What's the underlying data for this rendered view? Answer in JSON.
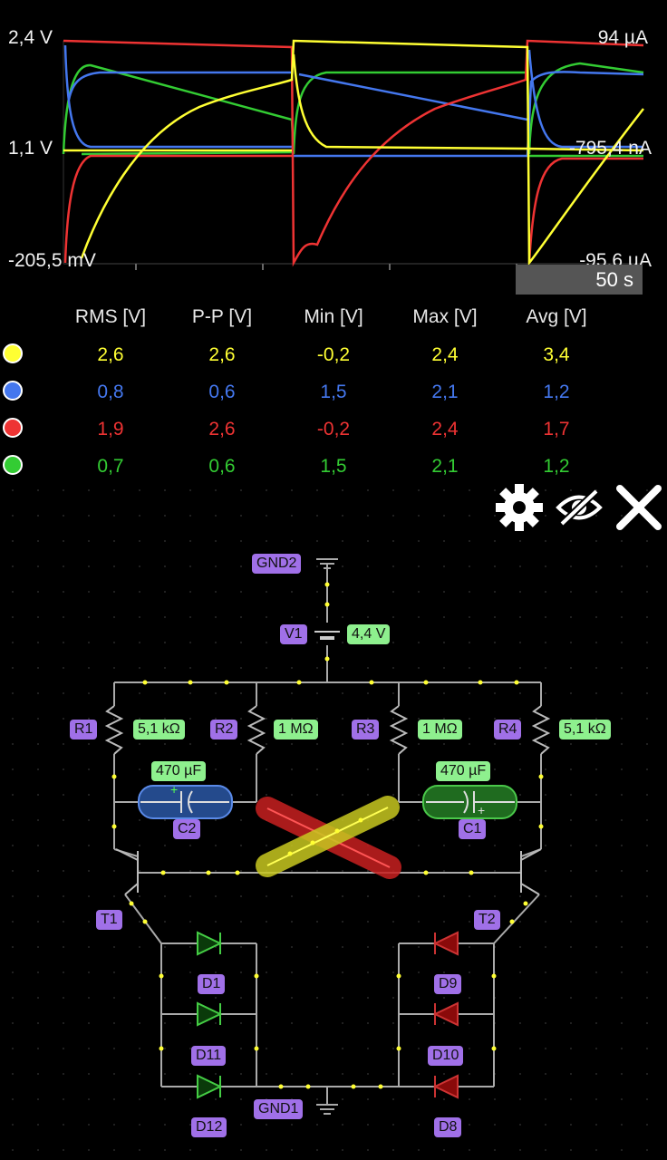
{
  "scope": {
    "left_axis": {
      "top": "2,4 V",
      "mid": "1,1 V",
      "bottom": "-205,5 mV"
    },
    "right_axis": {
      "top": "94 µA",
      "mid": "-795,4 nA",
      "bottom": "-95,6 µA"
    },
    "time_scale": "50 s"
  },
  "stats": {
    "headers": [
      "RMS [V]",
      "P-P [V]",
      "Min [V]",
      "Max [V]",
      "Avg [V]"
    ],
    "rows": [
      {
        "color": "#ffff33",
        "values": [
          "2,6",
          "2,6",
          "-0,2",
          "2,4",
          "3,4"
        ]
      },
      {
        "color": "#4477ee",
        "values": [
          "0,8",
          "0,6",
          "1,5",
          "2,1",
          "1,2"
        ]
      },
      {
        "color": "#ee3333",
        "values": [
          "1,9",
          "2,6",
          "-0,2",
          "2,4",
          "1,7"
        ]
      },
      {
        "color": "#33cc33",
        "values": [
          "0,7",
          "0,6",
          "1,5",
          "2,1",
          "1,2"
        ]
      }
    ]
  },
  "toolbar": {
    "settings": "gear-icon",
    "hide": "eye-slash-icon",
    "close": "close-icon"
  },
  "circuit": {
    "labels": {
      "gnd2": "GND2",
      "v1": "V1",
      "v1_value": "4,4 V",
      "r1": "R1",
      "r1_value": "5,1 kΩ",
      "r2": "R2",
      "r2_value": "1 MΩ",
      "r3": "R3",
      "r3_value": "1 MΩ",
      "r4": "R4",
      "r4_value": "5,1 kΩ",
      "c2": "C2",
      "c2_value": "470 µF",
      "c1": "C1",
      "c1_value": "470 µF",
      "t1": "T1",
      "t2": "T2",
      "d1": "D1",
      "d11": "D11",
      "d12": "D12",
      "d9": "D9",
      "d10": "D10",
      "d8": "D8",
      "gnd1": "GND1"
    }
  }
}
